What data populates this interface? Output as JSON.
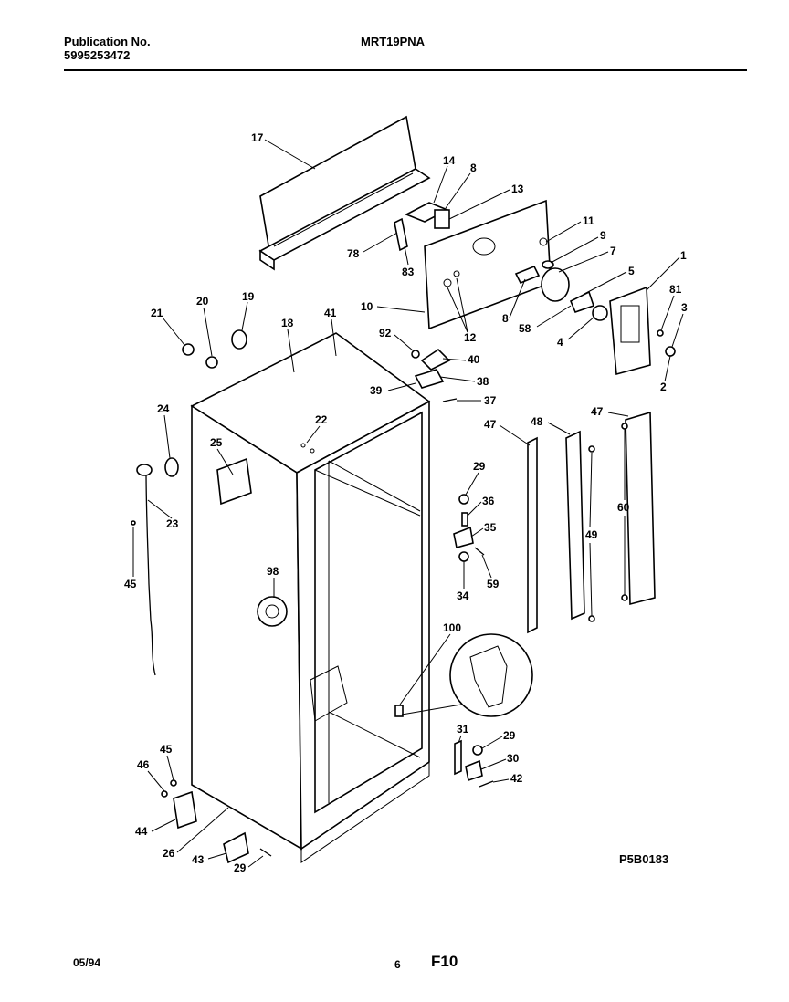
{
  "header": {
    "publication_label": "Publication No.",
    "publication_number": "5995253472",
    "model": "MRT19PNA"
  },
  "footer": {
    "date": "05/94",
    "page_number": "6",
    "figure": "F10",
    "diagram_code": "P5B0183"
  },
  "callouts": [
    "17",
    "14",
    "8",
    "13",
    "78",
    "83",
    "11",
    "9",
    "7",
    "1",
    "5",
    "81",
    "3",
    "10",
    "8",
    "58",
    "12",
    "4",
    "2",
    "92",
    "40",
    "38",
    "39",
    "37",
    "21",
    "20",
    "19",
    "18",
    "41",
    "24",
    "22",
    "25",
    "23",
    "45",
    "98",
    "47",
    "48",
    "47",
    "29",
    "36",
    "35",
    "59",
    "34",
    "49",
    "60",
    "100",
    "31",
    "29",
    "30",
    "42",
    "45",
    "46",
    "44",
    "26",
    "43",
    "29"
  ]
}
